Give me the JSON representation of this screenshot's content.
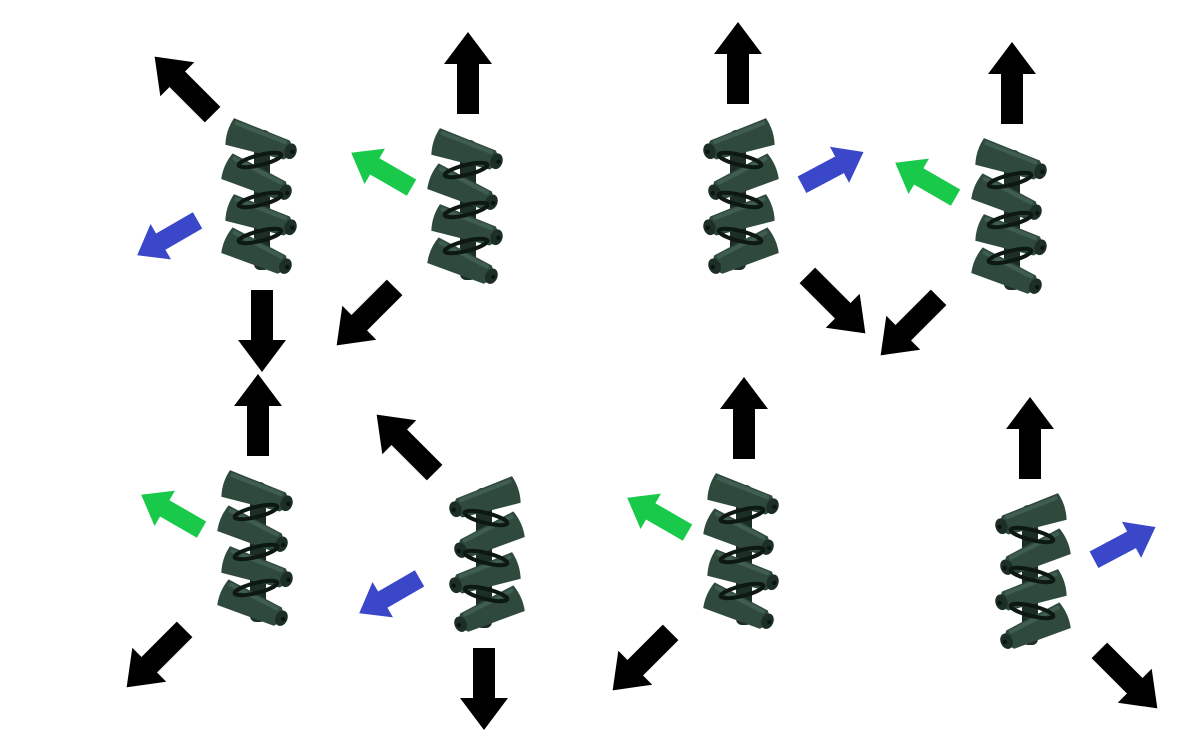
{
  "colors": {
    "background": "#ffffff",
    "wheel_body": "#2f4a3d",
    "wheel_dark": "#1c2e25",
    "wheel_highlight": "#4f6f60",
    "arrow_black": "#000000",
    "arrow_green": "#18c94a",
    "arrow_blue": "#3b47c9"
  },
  "arrow_colors": {
    "black": "#000000",
    "green": "#18c94a",
    "blue": "#3b47c9"
  },
  "wheels": [
    {
      "mirrored": false,
      "arrows": [
        {
          "color": "black",
          "dir": "up-left"
        },
        {
          "color": "blue",
          "dir": "down-left"
        },
        {
          "color": "black",
          "dir": "down"
        }
      ]
    },
    {
      "mirrored": false,
      "arrows": [
        {
          "color": "black",
          "dir": "up"
        },
        {
          "color": "green",
          "dir": "up-left"
        },
        {
          "color": "black",
          "dir": "down-left"
        }
      ]
    },
    {
      "mirrored": true,
      "arrows": [
        {
          "color": "black",
          "dir": "up"
        },
        {
          "color": "blue",
          "dir": "up-right"
        },
        {
          "color": "black",
          "dir": "down-right"
        }
      ]
    },
    {
      "mirrored": false,
      "arrows": [
        {
          "color": "black",
          "dir": "up"
        },
        {
          "color": "green",
          "dir": "up-left"
        },
        {
          "color": "black",
          "dir": "down-left"
        }
      ]
    },
    {
      "mirrored": false,
      "arrows": [
        {
          "color": "black",
          "dir": "up"
        },
        {
          "color": "green",
          "dir": "up-left"
        },
        {
          "color": "black",
          "dir": "down-left"
        }
      ]
    },
    {
      "mirrored": true,
      "arrows": [
        {
          "color": "black",
          "dir": "up-left"
        },
        {
          "color": "blue",
          "dir": "down-left"
        },
        {
          "color": "black",
          "dir": "down"
        }
      ]
    },
    {
      "mirrored": false,
      "arrows": [
        {
          "color": "black",
          "dir": "up"
        },
        {
          "color": "green",
          "dir": "up-left"
        },
        {
          "color": "black",
          "dir": "down-left"
        }
      ]
    },
    {
      "mirrored": true,
      "arrows": [
        {
          "color": "black",
          "dir": "up"
        },
        {
          "color": "blue",
          "dir": "up-right"
        },
        {
          "color": "black",
          "dir": "down-right"
        }
      ]
    }
  ]
}
